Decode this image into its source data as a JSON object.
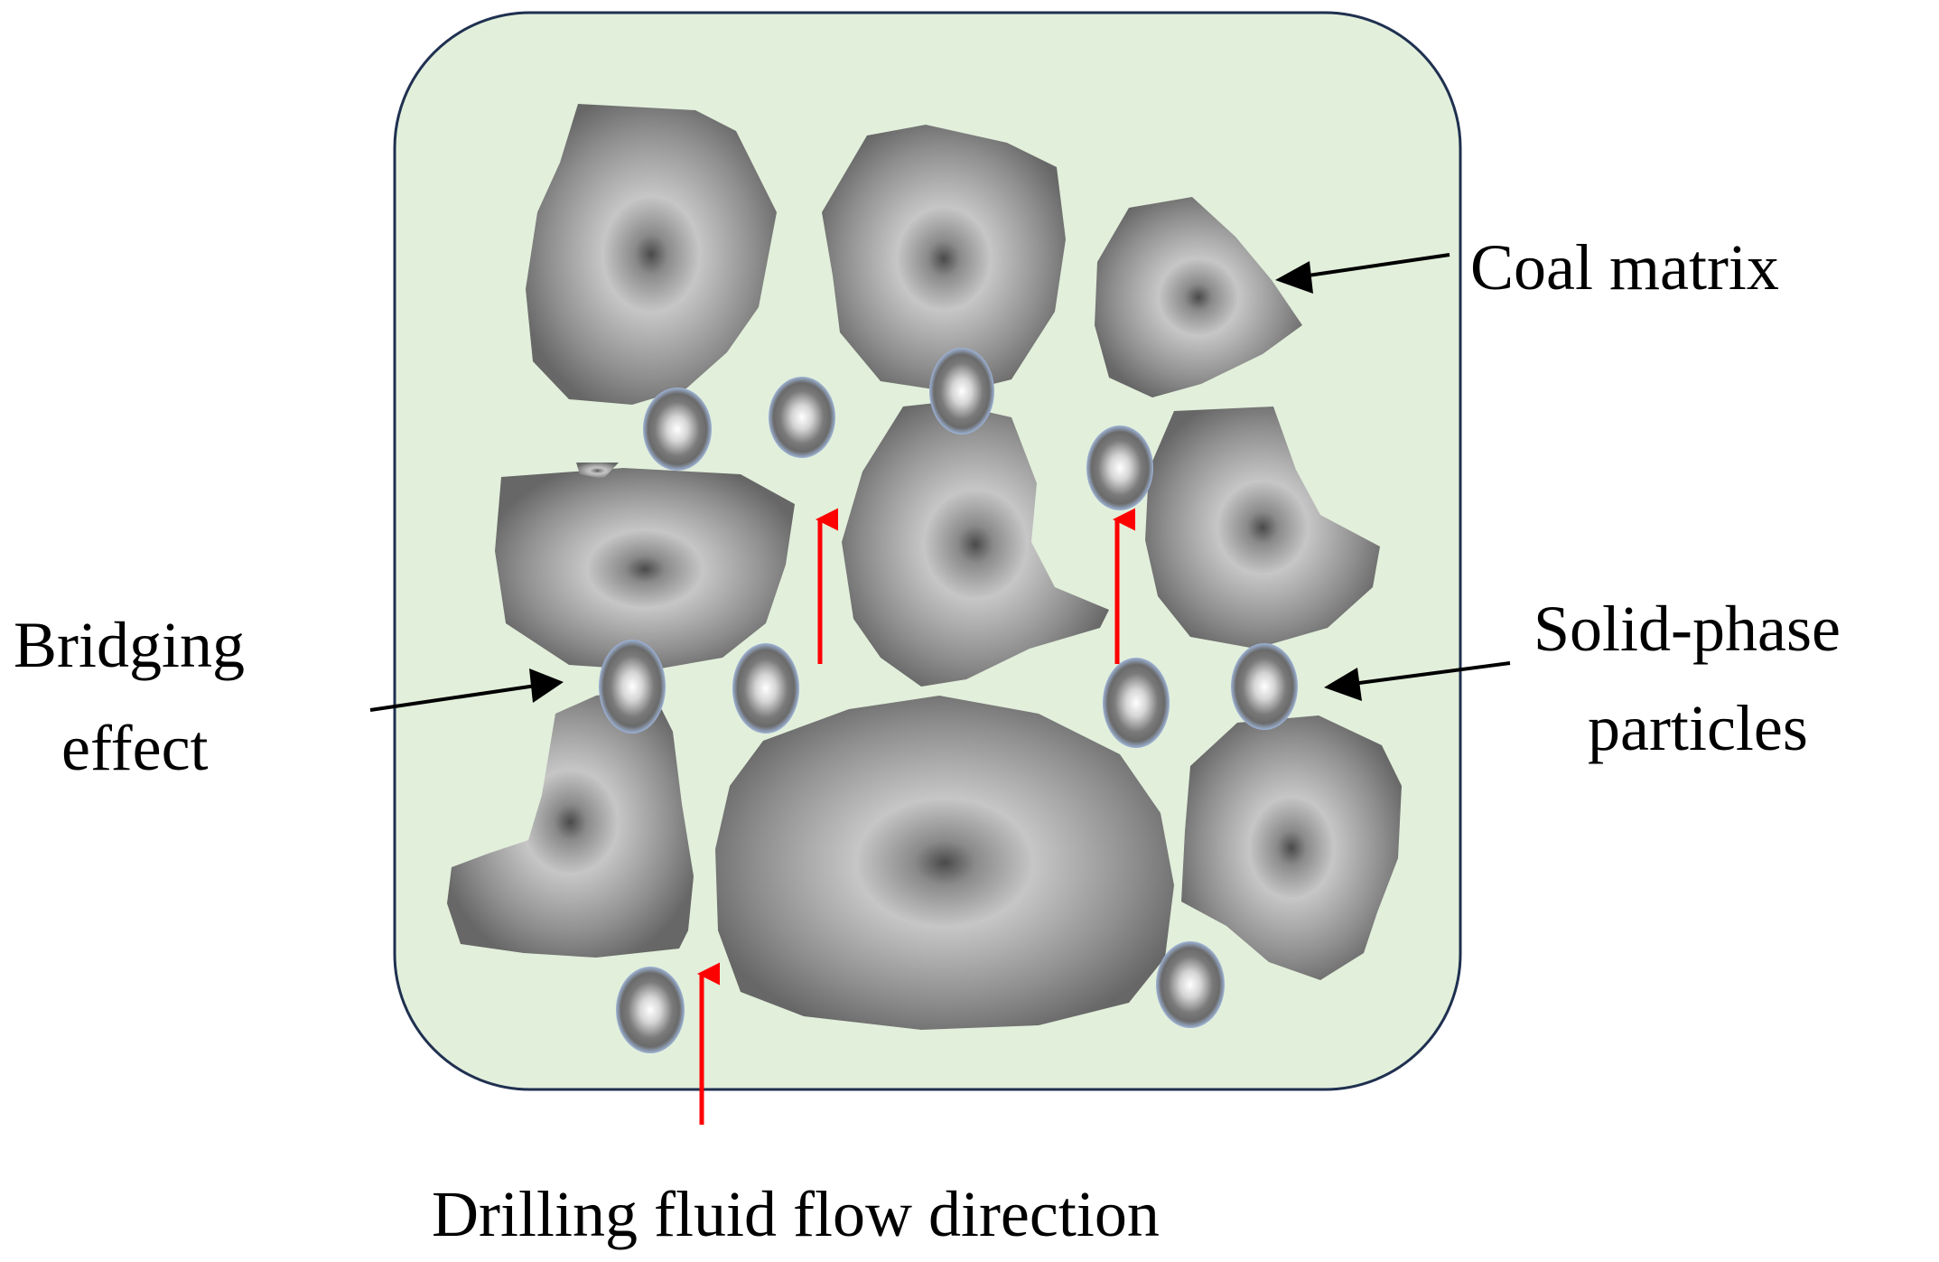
{
  "labels": {
    "coal_matrix": "Coal matrix",
    "bridging_line1": "Bridging",
    "bridging_line2": "effect",
    "solid_line1": "Solid-phase",
    "solid_line2": "particles",
    "flow_direction": "Drilling fluid flow direction"
  },
  "colors": {
    "fluid_background": "#e2efdb",
    "container_border": "#1f3050",
    "coal_dark": "#5e5e5e",
    "coal_light": "#c8c8c8",
    "particle_ring": "#8ea9cc",
    "flow_arrow": "#ff0000",
    "pointer_arrow": "#000000"
  }
}
